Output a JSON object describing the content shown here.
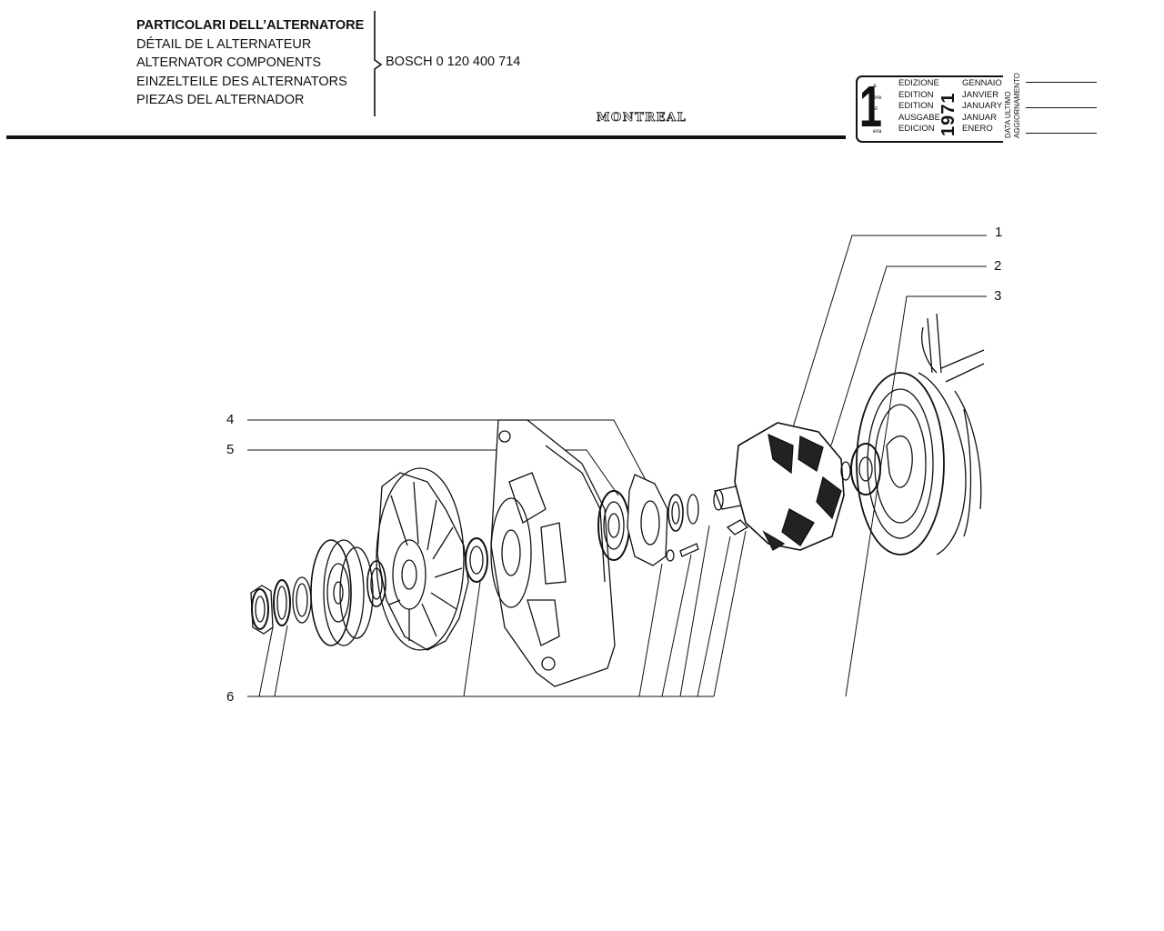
{
  "header": {
    "titles": [
      "PARTICOLARI DELL’ALTERNATORE",
      "DÉTAIL DE L ALTERNATEUR",
      "ALTERNATOR COMPONENTS",
      "EINZELTEILE DES ALTERNATORS",
      "PIEZAS DEL ALTERNADOR"
    ],
    "model": "BOSCH 0 120 400 714",
    "logo": "MONTREAL"
  },
  "edition": {
    "number": "1",
    "suffixes": [
      "a",
      "ère",
      "st",
      ".",
      "era"
    ],
    "labels": [
      "EDIZIONE",
      "EDITION",
      "EDITION",
      "AUSGABE",
      "EDICION"
    ],
    "year": "1971",
    "months": [
      "GENNAIO",
      "JANVIER",
      "JANUARY",
      "JANUAR",
      "ENERO"
    ],
    "update_label_lines": [
      "DATA ULTIMO",
      "AGGIORNAMENTO"
    ]
  },
  "callouts": [
    "1",
    "2",
    "3",
    "4",
    "5",
    "6"
  ]
}
